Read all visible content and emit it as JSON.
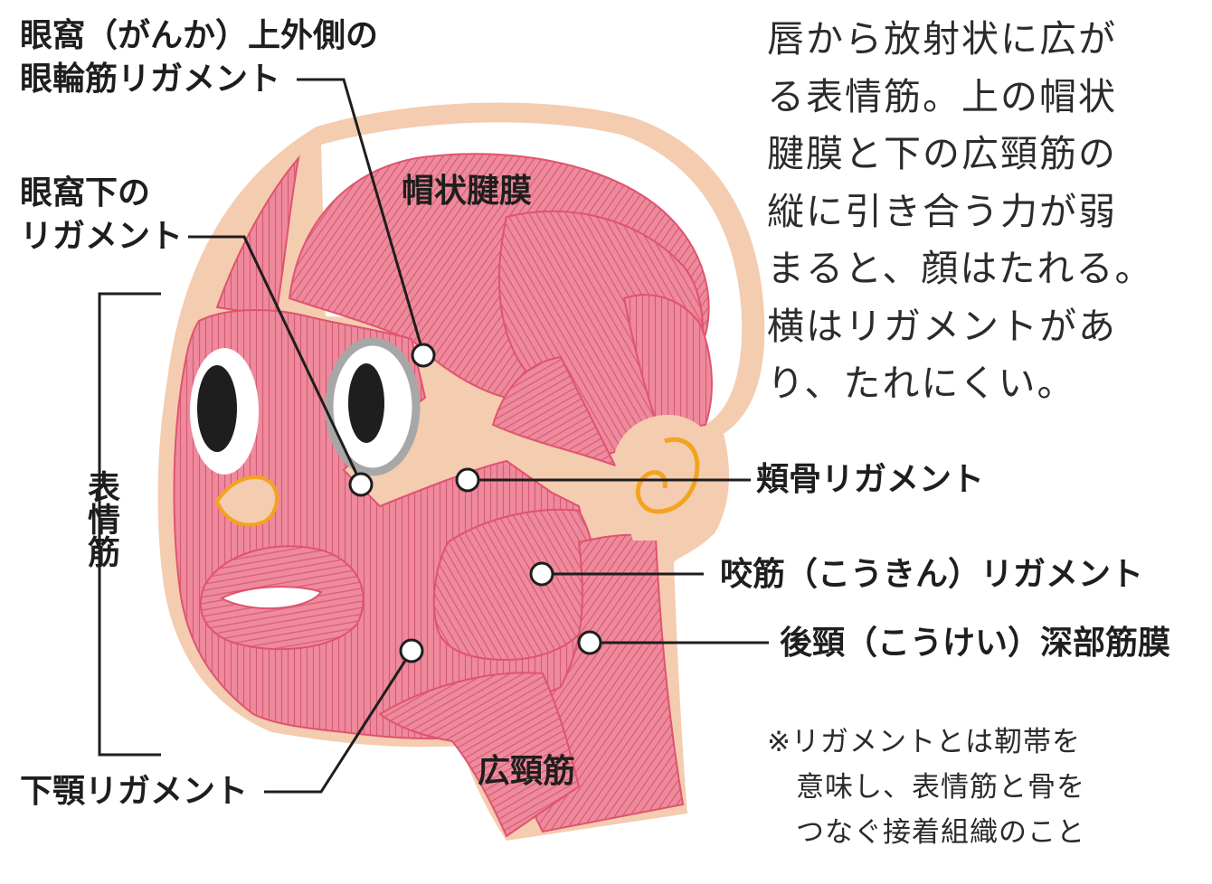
{
  "labels": {
    "orbit_lateral_lines": [
      "眼窩（がんか）上外側の",
      "眼輪筋リガメント"
    ],
    "infraorbital_lines": [
      "眼窩下の",
      "リガメント"
    ],
    "mimetic_muscles": "表情筋",
    "galea": "帽状腱膜",
    "zygomatic": "頬骨リガメント",
    "masseteric": "咬筋（こうきん）リガメント",
    "posterior_neck": "後頸（こうけい）深部筋膜",
    "platysma": "広頸筋",
    "mandibular": "下顎リガメント"
  },
  "description_lines": [
    "唇から放射状に広が",
    "る表情筋。上の帽状",
    "腱膜と下の広頸筋の",
    "縦に引き合う力が弱",
    "まると、顔はたれる。",
    "横はリガメントがあ",
    "り、たれにくい。"
  ],
  "note_lines": [
    "※リガメントとは靭帯を",
    "　意味し、表情筋と骨を",
    "　つなぐ接着組織のこと"
  ],
  "colors": {
    "skin": "#f4ccb0",
    "muscle": "#ee8a9b",
    "fiber": "#d45c76",
    "outline": "#e0536f",
    "ear_accent": "#f3a41e",
    "leader": "#1e1e1e"
  }
}
